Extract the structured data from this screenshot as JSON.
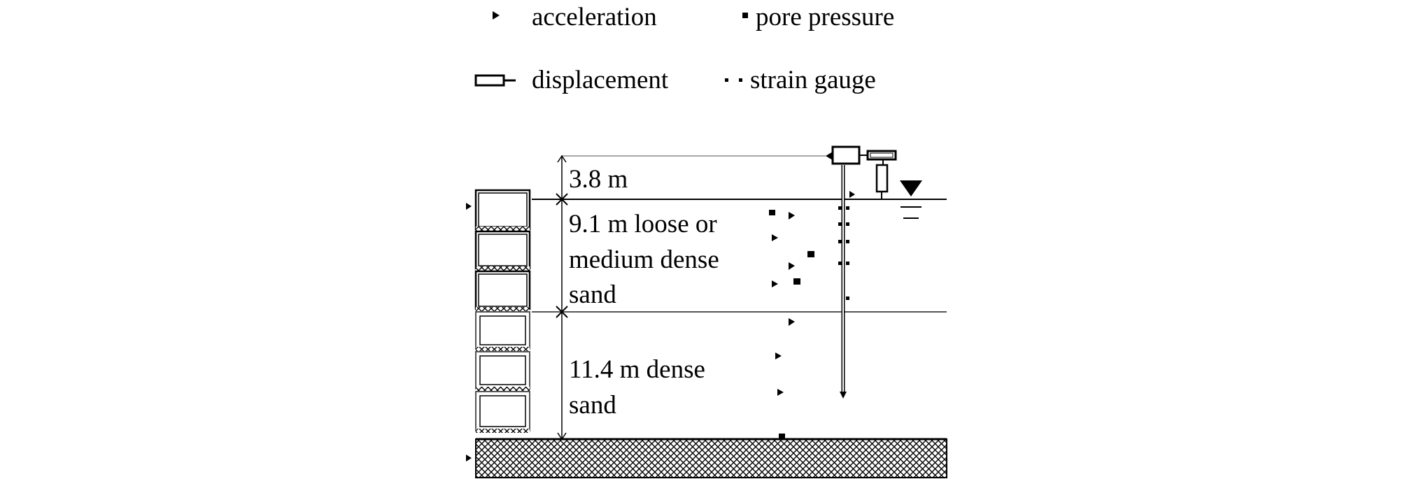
{
  "legend": {
    "acceleration": "acceleration",
    "pore_pressure": "pore pressure",
    "displacement": "displacement",
    "strain_gauge": "strain gauge"
  },
  "layers": {
    "water_depth": "3.8 m",
    "loose_line1": "9.1 m loose or",
    "loose_line2": "medium dense",
    "loose_line3": "sand",
    "dense_line1": "11.4 m dense",
    "dense_line2": "sand"
  },
  "colors": {
    "ink": "#000000",
    "gray_line": "#555555",
    "box_fill": "#ffffff"
  }
}
